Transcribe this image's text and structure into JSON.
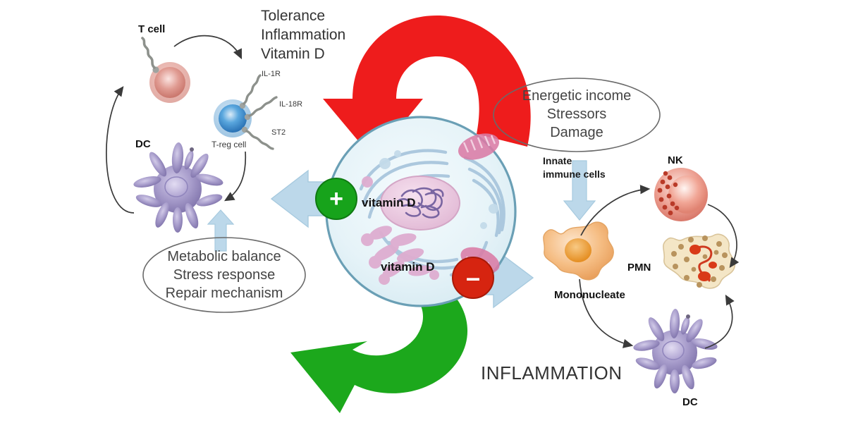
{
  "diagram": {
    "title_texts": {
      "tolerance_line1": "Tolerance",
      "tolerance_line2": "Inflammation",
      "tolerance_line3": "Vitamin D",
      "inflammation": "INFLAMMATION"
    },
    "ellipse_left": {
      "line1": "Metabolic balance",
      "line2": "Stress response",
      "line3": "Repair mechanism"
    },
    "ellipse_right": {
      "line1": "Energetic income",
      "line2": "Stressors",
      "line3": "Damage"
    },
    "cells": {
      "t_cell": "T cell",
      "dc_left": "DC",
      "treg": "T-reg cell",
      "nk": "NK",
      "pmn": "PMN",
      "mononucleate": "Mononucleate",
      "dc_right": "DC"
    },
    "receptors": {
      "il1r": "IL-1R",
      "il18r": "IL-18R",
      "st2": "ST2"
    },
    "center_cell": {
      "vitamin_d_top": "vitamin D",
      "vitamin_d_bottom": "vitamin D"
    },
    "innate": {
      "line1": "Innate",
      "line2": "immune cells"
    },
    "signs": {
      "positive": "+",
      "negative": "–"
    },
    "colors": {
      "red_arrow": "#ee1c1c",
      "green_arrow": "#1ca81c",
      "plus_badge": "#17a31b",
      "minus_badge": "#d62410",
      "pale_blue_arrow": "#bcd8ea",
      "cell_membrane": "#6a9fb5",
      "cell_fill": "#e8f4f8",
      "nucleus": "#e9c6dc",
      "dc_purple": "#9f93c6",
      "nk_red": "#e88a7d",
      "mono_orange": "#f2b277",
      "pmn_cream": "#f2e3c4",
      "treg_blue": "#3a8ed0",
      "tcell_red": "#d97b74",
      "text": "#2b2b2b"
    }
  }
}
